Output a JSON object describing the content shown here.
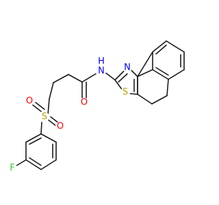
{
  "molecule": {
    "atoms": {
      "N1": {
        "symbol": "N",
        "color": "#0000ff"
      },
      "H1": {
        "symbol": "H",
        "color": "#0000ff"
      },
      "N2": {
        "symbol": "N",
        "color": "#0000ff"
      },
      "S1": {
        "symbol": "S",
        "color": "#b3a300"
      },
      "S2": {
        "symbol": "S",
        "color": "#b3a300"
      },
      "O1": {
        "symbol": "O",
        "color": "#ff0000"
      },
      "O2": {
        "symbol": "O",
        "color": "#ff0000"
      },
      "O3": {
        "symbol": "O",
        "color": "#ff0000"
      },
      "F1": {
        "symbol": "F",
        "color": "#33cc33"
      }
    },
    "bond_color": "#1a1a1a"
  }
}
